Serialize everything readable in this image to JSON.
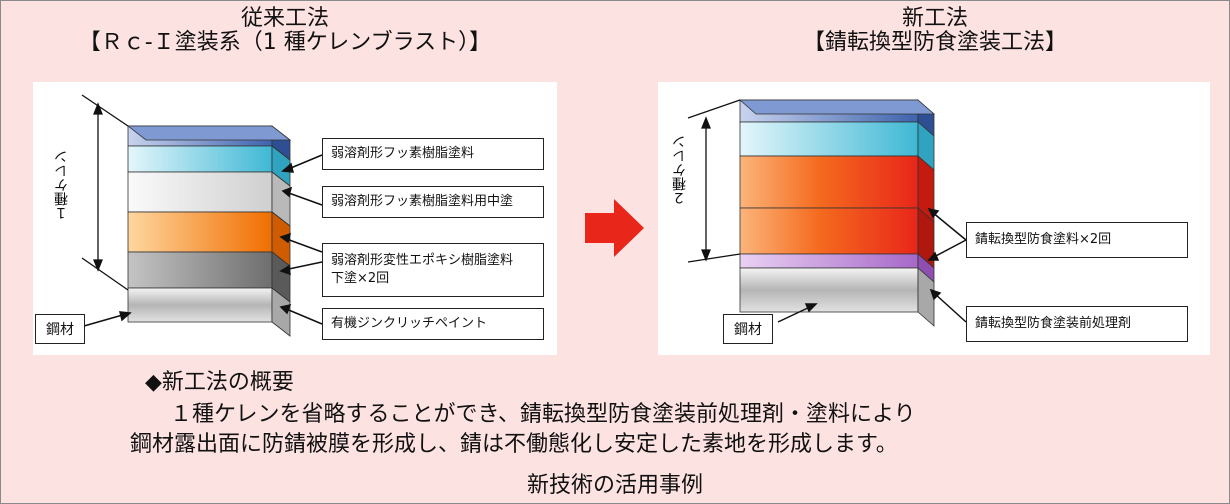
{
  "old_method": {
    "title": "従来工法",
    "subtitle": "【Ｒｃ-Ｉ塗装系（1 種ケレンブラスト）】",
    "dimension_label": "１種ケレン",
    "steel_label": "鋼材",
    "layers": [
      {
        "label": "弱溶剤形フッ素樹脂塗料",
        "color": "#4a6fb5"
      },
      {
        "label": "弱溶剤形フッ素樹脂塗料用中塗",
        "color": "#5cc3d8"
      },
      {
        "label": "弱溶剤形変性エポキシ樹脂塗料",
        "label2": "下塗×2回",
        "color": "#f07a10"
      },
      {
        "label": "有機ジンクリッチペイント",
        "color": "#9a9a9a"
      }
    ]
  },
  "new_method": {
    "title": "新工法",
    "subtitle": "【錆転換型防食塗装工法】",
    "dimension_label": "２種ケレン",
    "steel_label": "鋼材",
    "layers": [
      {
        "label": "錆転換型防食塗料×2回",
        "color": "#e8261a"
      },
      {
        "label": "錆転換型防食塗装前処理剤",
        "color": "#b67fd0"
      }
    ]
  },
  "arrow_color": "#e8261a",
  "summary": {
    "heading": "◆新工法の概要",
    "line1": "１種ケレンを省略することができ、錆転換型防食塗装前処理剤・塗料により",
    "line2": "鋼材露出面に防錆被膜を形成し、錆は不働態化し安定した素地を形成します。"
  },
  "footer": "新技術の活用事例"
}
